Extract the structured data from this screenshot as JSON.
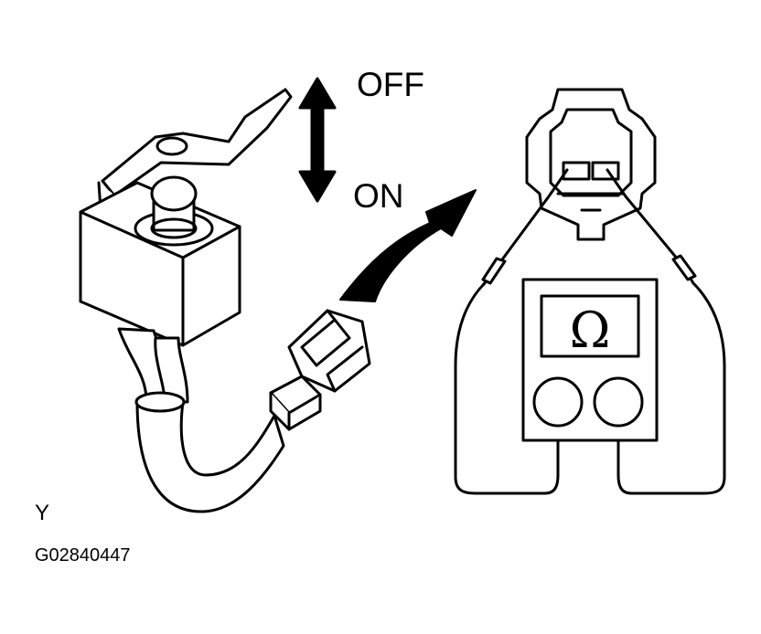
{
  "labels": {
    "off": "OFF",
    "on": "ON",
    "ohmmeter_symbol": "Ω",
    "view_code": "Y",
    "figure_code": "G02840447"
  },
  "icons": [
    "up-down-arrow-icon",
    "curved-arrow-icon",
    "ohm-symbol-icon"
  ],
  "colors": {
    "line": "#000000",
    "background": "#ffffff"
  }
}
